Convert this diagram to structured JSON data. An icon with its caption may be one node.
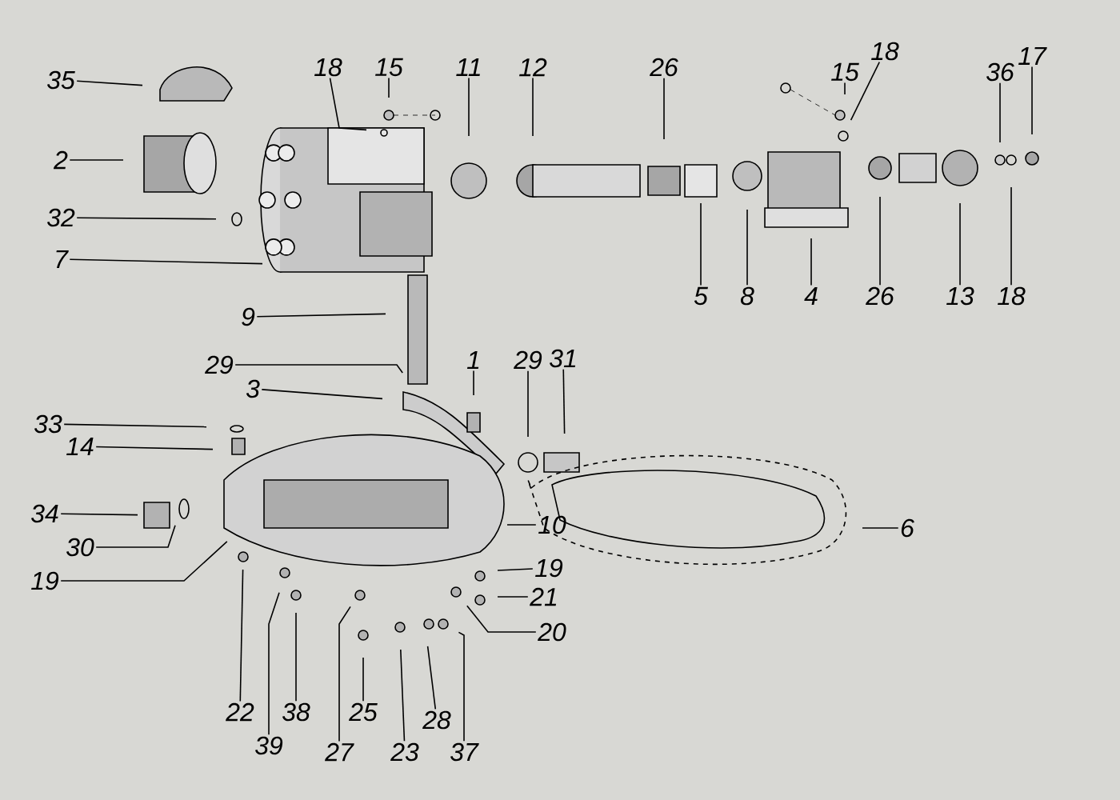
{
  "diagram": {
    "nodes": [
      {
        "text": [
          "35"
        ]
      },
      {
        "text": [
          "2"
        ]
      },
      {
        "text": [
          "32"
        ]
      },
      {
        "text": [
          "7"
        ]
      },
      {
        "text": [
          "18"
        ]
      },
      {
        "text": [
          "15"
        ]
      },
      {
        "text": [
          "11"
        ]
      },
      {
        "text": [
          "12"
        ]
      },
      {
        "text": [
          "26"
        ]
      },
      {
        "text": [
          "5"
        ]
      },
      {
        "text": [
          "8"
        ]
      },
      {
        "text": [
          "4"
        ]
      },
      {
        "text": [
          "15"
        ]
      },
      {
        "text": [
          "18"
        ]
      },
      {
        "text": [
          "26"
        ]
      },
      {
        "text": [
          "13"
        ]
      },
      {
        "text": [
          "36"
        ]
      },
      {
        "text": [
          "17"
        ]
      },
      {
        "text": [
          "18"
        ]
      },
      {
        "text": [
          "9"
        ]
      },
      {
        "text": [
          "29"
        ]
      },
      {
        "text": [
          "3"
        ]
      },
      {
        "text": [
          "1"
        ]
      },
      {
        "text": [
          "29"
        ]
      },
      {
        "text": [
          "31"
        ]
      },
      {
        "text": [
          "33"
        ]
      },
      {
        "text": [
          "14"
        ]
      },
      {
        "text": [
          "34"
        ]
      },
      {
        "text": [
          "30"
        ]
      },
      {
        "text": [
          "19"
        ]
      },
      {
        "text": [
          "10"
        ]
      },
      {
        "text": [
          "6"
        ]
      },
      {
        "text": [
          "19"
        ]
      },
      {
        "text": [
          "21"
        ]
      },
      {
        "text": [
          "20"
        ]
      },
      {
        "text": [
          "22"
        ]
      },
      {
        "text": [
          "39"
        ]
      },
      {
        "text": [
          "38"
        ]
      },
      {
        "text": [
          "27"
        ]
      },
      {
        "text": [
          "25"
        ]
      },
      {
        "text": [
          "23"
        ]
      },
      {
        "text": [
          "28"
        ]
      },
      {
        "text": [
          "37"
        ]
      }
    ],
    "edges": [
      {
        "from": 0,
        "to": null,
        "arrow": "none"
      },
      {
        "from": 1,
        "to": null,
        "arrow": "none"
      },
      {
        "from": 2,
        "to": null,
        "arrow": "none"
      },
      {
        "from": 3,
        "to": null,
        "arrow": "none"
      },
      {
        "from": 4,
        "to": null,
        "arrow": "none"
      },
      {
        "from": 5,
        "to": null,
        "arrow": "none"
      },
      {
        "from": 6,
        "to": null,
        "arrow": "none"
      },
      {
        "from": 7,
        "to": null,
        "arrow": "none"
      },
      {
        "from": 8,
        "to": null,
        "arrow": "none"
      },
      {
        "from": 9,
        "to": null,
        "arrow": "none"
      },
      {
        "from": 10,
        "to": null,
        "arrow": "none"
      },
      {
        "from": 11,
        "to": null,
        "arrow": "none"
      },
      {
        "from": 12,
        "to": null,
        "arrow": "none"
      },
      {
        "from": 13,
        "to": null,
        "arrow": "none"
      },
      {
        "from": 14,
        "to": null,
        "arrow": "none"
      },
      {
        "from": 15,
        "to": null,
        "arrow": "none"
      },
      {
        "from": 16,
        "to": null,
        "arrow": "none"
      },
      {
        "from": 17,
        "to": null,
        "arrow": "none"
      },
      {
        "from": 18,
        "to": null,
        "arrow": "none"
      },
      {
        "from": 19,
        "to": null,
        "arrow": "none"
      },
      {
        "from": 20,
        "to": null,
        "arrow": "none"
      },
      {
        "from": 21,
        "to": null,
        "arrow": "none"
      },
      {
        "from": 22,
        "to": null,
        "arrow": "none"
      },
      {
        "from": 23,
        "to": null,
        "arrow": "none"
      },
      {
        "from": 24,
        "to": null,
        "arrow": "none"
      },
      {
        "from": 25,
        "to": null,
        "arrow": "none"
      },
      {
        "from": 26,
        "to": null,
        "arrow": "none"
      },
      {
        "from": 27,
        "to": null,
        "arrow": "none"
      },
      {
        "from": 28,
        "to": null,
        "arrow": "none"
      },
      {
        "from": 29,
        "to": null,
        "arrow": "none"
      },
      {
        "from": 30,
        "to": null,
        "arrow": "none"
      },
      {
        "from": 31,
        "to": null,
        "arrow": "none"
      },
      {
        "from": 32,
        "to": null,
        "arrow": "none"
      },
      {
        "from": 33,
        "to": null,
        "arrow": "none"
      },
      {
        "from": 34,
        "to": null,
        "arrow": "none"
      },
      {
        "from": 35,
        "to": null,
        "arrow": "none"
      },
      {
        "from": 36,
        "to": null,
        "arrow": "none"
      },
      {
        "from": 37,
        "to": null,
        "arrow": "none"
      },
      {
        "from": 38,
        "to": null,
        "arrow": "none"
      },
      {
        "from": 39,
        "to": null,
        "arrow": "none"
      },
      {
        "from": 40,
        "to": null,
        "arrow": "none"
      },
      {
        "from": 41,
        "to": null,
        "arrow": "none"
      },
      {
        "from": 42,
        "to": null,
        "arrow": "none"
      }
    ]
  }
}
